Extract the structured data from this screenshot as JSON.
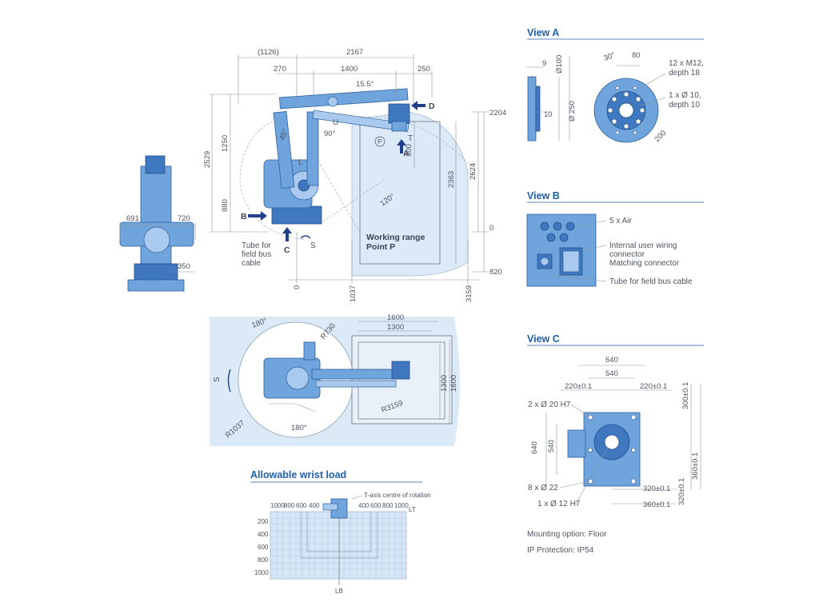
{
  "side_view": {
    "top_dims": [
      "(1126)",
      "2167",
      "270",
      "1400",
      "250"
    ],
    "angle_tilt": "15.5°",
    "left_dims": [
      "2529",
      "1250",
      "880"
    ],
    "right_dims": [
      "2204",
      "2363",
      "2624",
      "0",
      "820",
      "300"
    ],
    "bottom_dims": [
      "0",
      "1037",
      "3159"
    ],
    "angles": [
      "90°",
      "120°",
      "45°"
    ],
    "axis_letters": [
      "U",
      "L",
      "T",
      "S",
      "P"
    ],
    "arrows": {
      "A": "A",
      "B": "B",
      "C": "C",
      "D": "D"
    },
    "working_range": [
      "Working range",
      "Point P"
    ],
    "tube_note": [
      "Tube for",
      "field bus",
      "cable"
    ],
    "front_dims": [
      "691",
      "720",
      "350"
    ]
  },
  "top_view": {
    "dims": [
      "1600",
      "1300",
      "1300",
      "1600"
    ],
    "radii": [
      "R730",
      "R1037",
      "R3159"
    ],
    "angles": [
      "180°",
      "180°"
    ],
    "axis": "S"
  },
  "wrist": {
    "title": "Allowable wrist load",
    "note": "T-axis centre of rotation",
    "x_left": [
      "1000",
      "800",
      "600",
      "400"
    ],
    "x_right": [
      "400",
      "600",
      "800",
      "1000"
    ],
    "y_ticks": [
      "200",
      "400",
      "600",
      "800",
      "1000"
    ],
    "lt": "LT",
    "lb": "LB"
  },
  "view_a": {
    "title": "View A",
    "dims": [
      "9",
      "Ø100",
      "10",
      "Ø 250",
      "30°",
      "80",
      "200"
    ],
    "notes": [
      "12 x M12,",
      "depth 18",
      "1 x Ø 10,",
      "depth 10"
    ]
  },
  "view_b": {
    "title": "View B",
    "notes": [
      "5 x Air",
      "Internal user wiring",
      "connector",
      "Matching connector",
      "Tube for field bus cable"
    ]
  },
  "view_c": {
    "title": "View C",
    "dims": [
      "640",
      "540",
      "220±0.1",
      "220±0.1",
      "300±0.1",
      "640",
      "540",
      "360±0.1",
      "320±0.1",
      "360±0.1",
      "320±0.1"
    ],
    "notes": [
      "2 x Ø 20 H7",
      "8 x Ø 22",
      "1 x Ø 12 H7"
    ]
  },
  "footer": {
    "mounting": "Mounting option: Floor",
    "ip": "IP Protection: IP54"
  },
  "colors": {
    "accent": "#1f5fa8",
    "robot": "#6fa4dc",
    "range": "#dce9f6"
  }
}
